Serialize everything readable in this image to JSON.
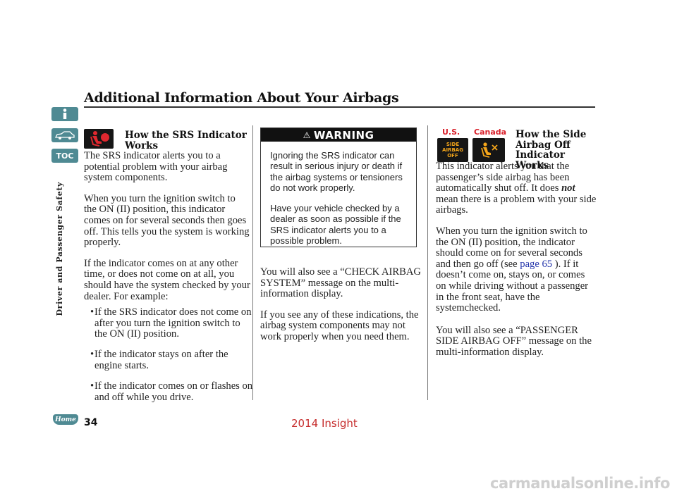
{
  "header": {
    "title": "Additional Information About Your Airbags"
  },
  "sidebar": {
    "toc_label": "TOC",
    "section_label": "Driver and Passenger Safety"
  },
  "left_column": {
    "heading": "How the SRS Indicator Works",
    "paragraphs": [
      "The SRS indicator alerts you to a potential problem with your airbag system components.",
      "When you turn the ignition switch to the ON (II) position, this indicator comes on for several seconds then goes off. This tells you the system is working properly.",
      "If the indicator comes on at any other time, or does not come on at all, you should have the system checked by your dealer. For example:"
    ],
    "bullets": [
      "If the SRS indicator does not come on after you turn the ignition switch to the ON (II) position.",
      "If the indicator stays on after the engine starts.",
      "If the indicator comes on or flashes on and off while you drive."
    ]
  },
  "warning": {
    "label": "WARNING",
    "paragraphs": [
      "Ignoring the SRS indicator can result in serious injury or death if the airbag systems or tensioners do not work properly.",
      "Have your vehicle checked by a dealer as soon as possible if the SRS indicator alerts you to a possible problem."
    ]
  },
  "middle_column": {
    "paragraphs": [
      "You will also see a “CHECK AIRBAG SYSTEM” message on the multi-information display.",
      "If you see any of these indications, the airbag system components may not work properly when you need them."
    ]
  },
  "right_column": {
    "region_us": "U.S.",
    "region_canada": "Canada",
    "indicator_us_lines": [
      "SIDE",
      "AIRBAG",
      "OFF"
    ],
    "heading": "How the Side Airbag Off Indicator Works",
    "p1_before": "This indicator alerts you that the passenger’s side airbag has been automatically shut off. It does ",
    "p1_emphasis": "not",
    "p1_after": " mean there is a problem with your side airbags.",
    "p2_before": "When you turn the ignition switch to the ON (II) position, the indicator should come on for several seconds and then go off (see ",
    "p2_link": "page 65",
    "p2_after": " ). If it doesn’t come on, stays on, or comes on while driving without a passenger in the front seat, have the systemchecked.",
    "p3": "You will also see a “PASSENGER SIDE AIRBAG OFF” message on the multi-information display."
  },
  "footer": {
    "home_label": "Home",
    "page_number": "34",
    "watermark_year": "2014 Insight",
    "watermark_site": "carmanualsonline.info"
  },
  "colors": {
    "sidebar_icon": "#4f8a93",
    "region_label": "#d9202a",
    "indicator_amber": "#f5a61a",
    "indicator_red": "#e0282f",
    "link": "#2233aa",
    "watermark_red": "#c62d2d"
  }
}
